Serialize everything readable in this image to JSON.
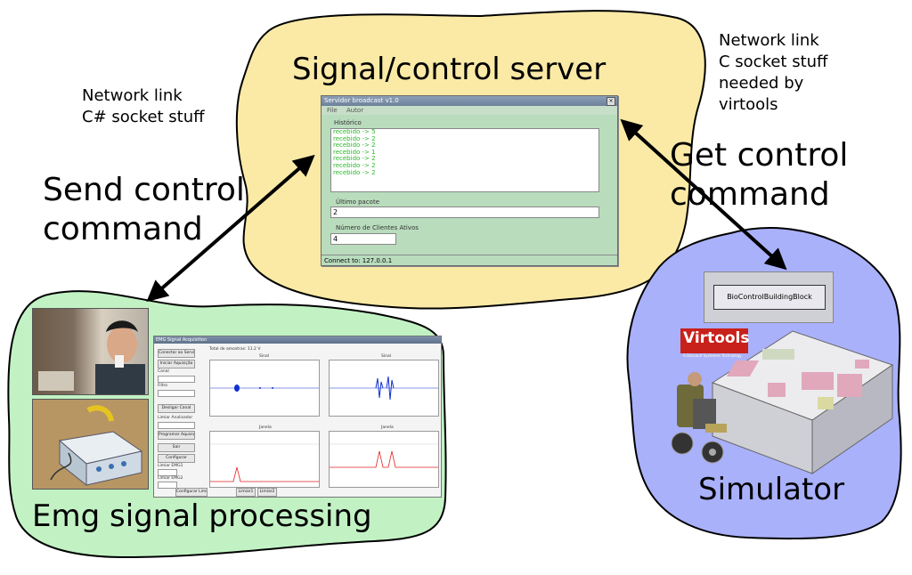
{
  "server_title": "Signal/control server",
  "left_note": "Network link\nC# socket stuff",
  "right_note": "Network link\nC socket stuff\nneeded by\n virtools",
  "send_label": "Send control\ncommand",
  "get_label": "Get control\ncommand",
  "emg_caption": "Emg signal processing",
  "sim_caption": "Simulator",
  "server_window": {
    "title": "Servidor broadcast v1.0",
    "menu": [
      "File",
      "Autor"
    ],
    "history_label": "Histórico",
    "history": [
      "recebido -> 5",
      "recebido -> 2",
      "recebido -> 2",
      "recebido -> 1",
      "recebido -> 2",
      "recebido -> 2",
      "recebido -> 2"
    ],
    "last_packet_label": "Último pacote",
    "last_packet": "2",
    "clients_label": "Número de Clientes Ativos",
    "clients": "4",
    "status": "Connect to: 127.0.0.1"
  },
  "emg_app": {
    "title": "EMG Signal Acquisition",
    "header": "Total de amostras: 11.2 V",
    "buttons": [
      "Conectar ao Servidor",
      "Iniciar Aquisição",
      "Desligar Canal",
      "Programar Aquisição",
      "Sair",
      "Configurar",
      "Configurar Limiar"
    ],
    "fields": [
      "Canal",
      "Filtro",
      "Limiar Analisador",
      "Limiar EMG1",
      "Limiar EMG2"
    ],
    "plot_titles": [
      "Sinal",
      "Sinal",
      "Janela",
      "Janela"
    ],
    "bottom_buttons": [
      "Limiar1",
      "Limiar2"
    ]
  },
  "block_label": "BioControlBuildingBlock",
  "virtools": {
    "logo": "Virtools",
    "tagline": "A Dassault Systemes Technology"
  },
  "colors": {
    "server_cloud": "#faeaa6",
    "emg_cloud": "#c2f2c4",
    "sim_cloud": "#aab1fb"
  }
}
